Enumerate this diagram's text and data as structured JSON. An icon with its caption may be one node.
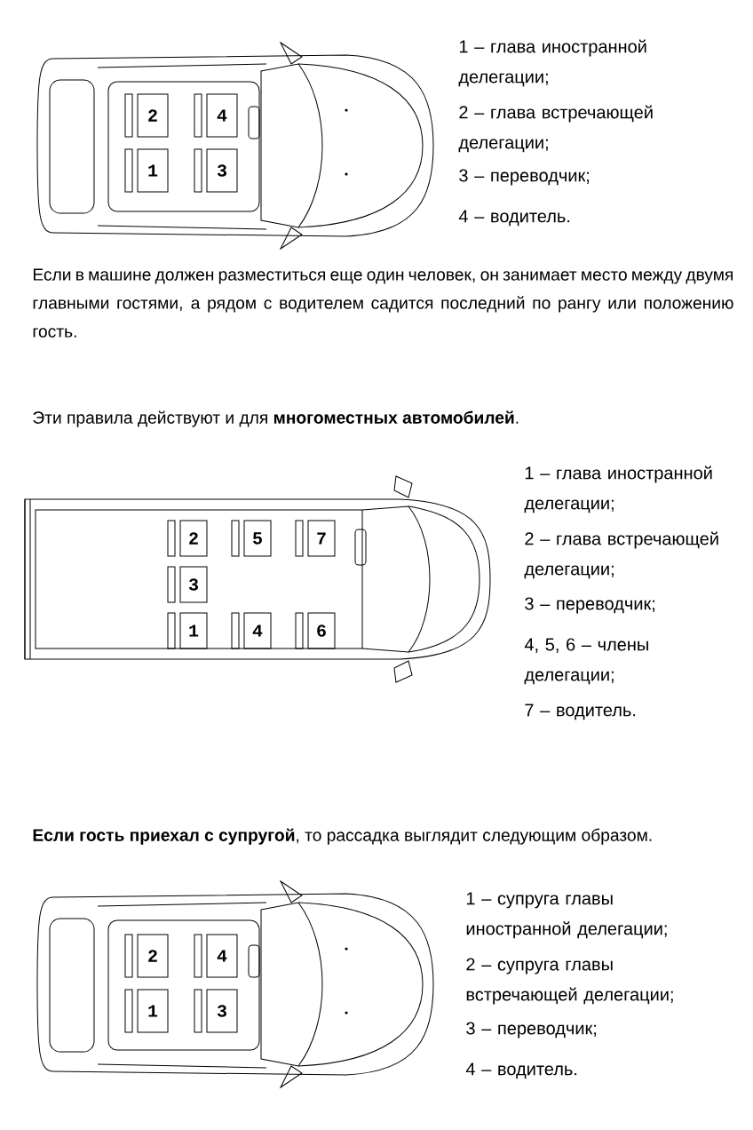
{
  "diagram": {
    "nodes": [
      {
        "text": [
          "2"
        ]
      },
      {
        "text": [
          "4"
        ]
      },
      {
        "text": [
          "1"
        ]
      },
      {
        "text": [
          "3"
        ]
      },
      {
        "text": [
          "2"
        ]
      },
      {
        "text": [
          "5"
        ]
      },
      {
        "text": [
          "7"
        ]
      },
      {
        "text": [
          "3"
        ]
      },
      {
        "text": [
          "1"
        ]
      },
      {
        "text": [
          "4"
        ]
      },
      {
        "text": [
          "6"
        ]
      },
      {
        "text": [
          "2"
        ]
      },
      {
        "text": [
          "4"
        ]
      },
      {
        "text": [
          "1"
        ]
      },
      {
        "text": [
          "3"
        ]
      }
    ],
    "labels": [
      "1 – глава иностранной делегации;",
      "2 – глава встречающей делегации;",
      "3 – переводчик;",
      "4 – водитель.",
      "Если в машине должен разместиться еще один человек, он занимает место между двумя главными гостями, а рядом с водителем садится последний по рангу или положению гость.",
      "Эти правила действуют и для **многоместных автомобилей**.",
      "1 – глава иностранной делегации;",
      "2 – глава встречающей делегации;",
      "3 – переводчик;",
      "4, 5, 6 – члены делегации;",
      "7 – водитель.",
      "**Если гость приехал с супругой**, то рассадка выглядит следующим образом.",
      "1 – супруга главы иностранной делегации;",
      "2 – супруга главы встречающей делегации;",
      "3 – переводчик;",
      "4 – водитель."
    ]
  }
}
